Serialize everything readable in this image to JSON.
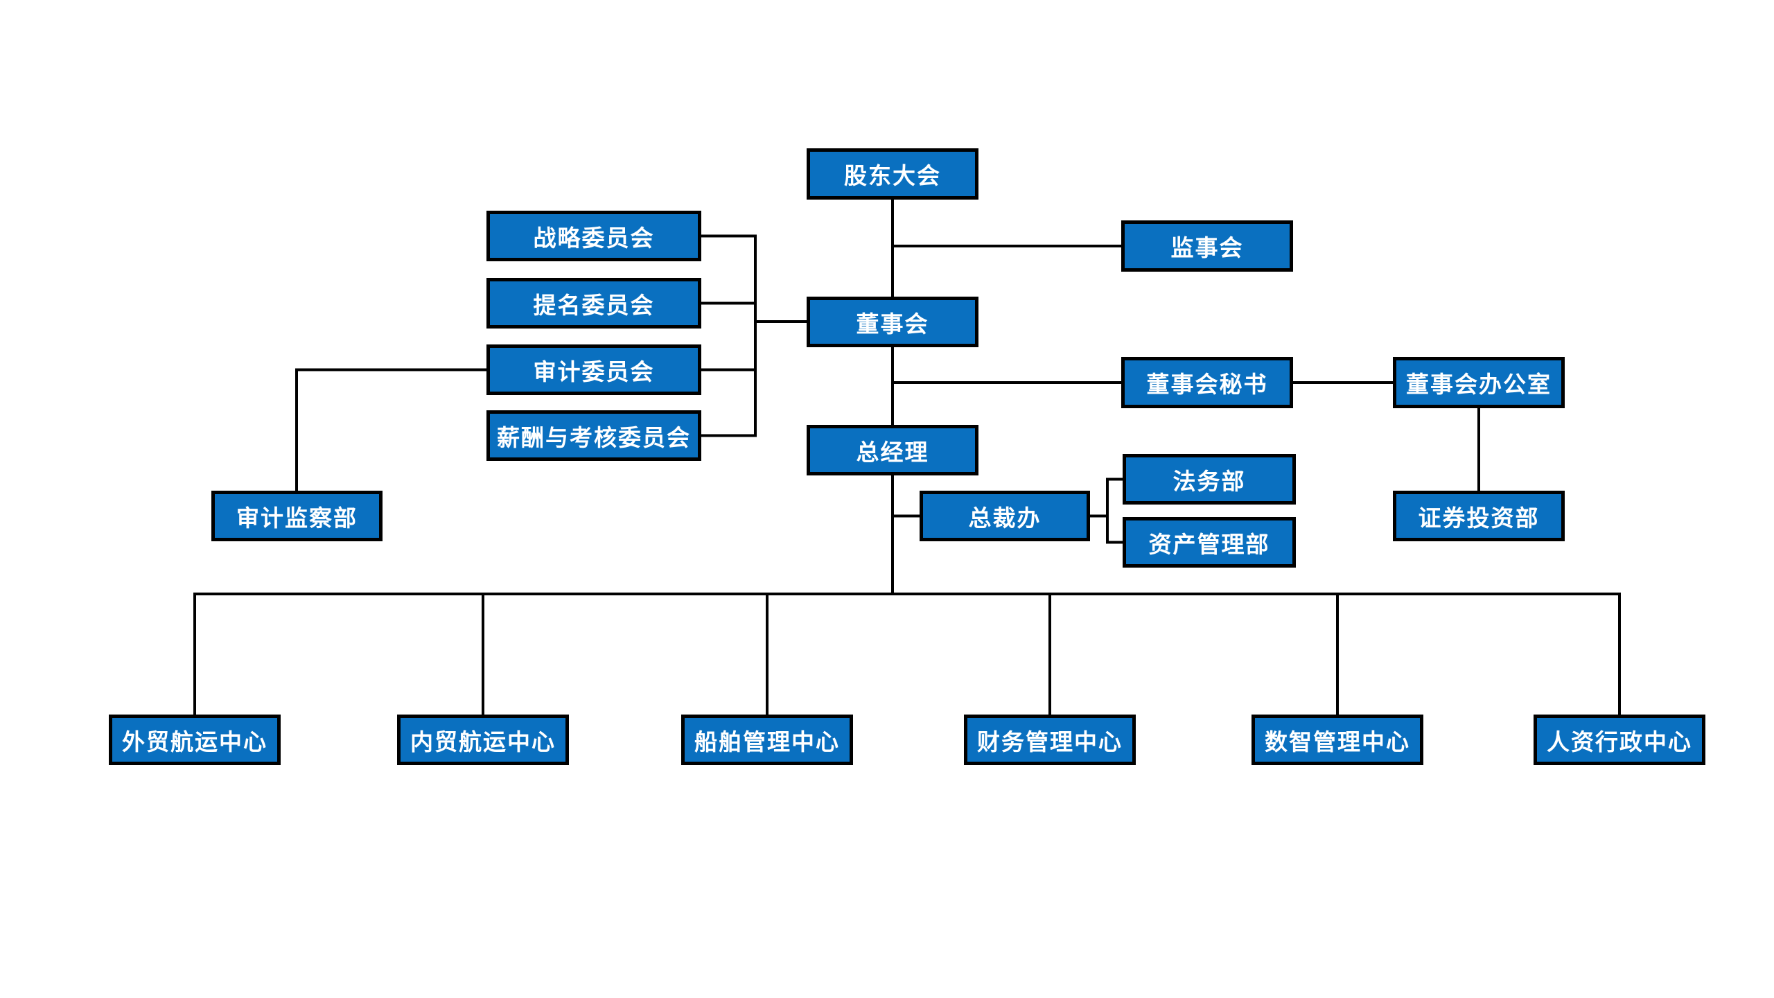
{
  "diagram": {
    "kind": "org-chart",
    "background_color": "#ffffff",
    "node_fill_color": "#0a70c0",
    "node_border_color": "#000000",
    "node_text_color": "#ffffff",
    "connector_color": "#000000"
  },
  "nodes": {
    "shareholders": {
      "label": "股东大会"
    },
    "supervisory": {
      "label": "监事会"
    },
    "board": {
      "label": "董事会"
    },
    "strategy": {
      "label": "战略委员会"
    },
    "nomination": {
      "label": "提名委员会"
    },
    "audit_committee": {
      "label": "审计委员会"
    },
    "remuneration": {
      "label": "薪酬与考核委员会"
    },
    "audit_supervision": {
      "label": "审计监察部"
    },
    "secretary": {
      "label": "董事会秘书"
    },
    "board_office": {
      "label": "董事会办公室"
    },
    "securities": {
      "label": "证券投资部"
    },
    "gm": {
      "label": "总经理"
    },
    "president_office": {
      "label": "总裁办"
    },
    "legal": {
      "label": "法务部"
    },
    "asset": {
      "label": "资产管理部"
    },
    "foreign_trade": {
      "label": "外贸航运中心"
    },
    "domestic_trade": {
      "label": "内贸航运中心"
    },
    "ship_mgmt": {
      "label": "船舶管理中心"
    },
    "finance_mgmt": {
      "label": "财务管理中心"
    },
    "digital_mgmt": {
      "label": "数智管理中心"
    },
    "hr_admin": {
      "label": "人资行政中心"
    }
  },
  "edges": [
    {
      "from": "股东大会",
      "to": "董事会"
    },
    {
      "from": "股东大会",
      "to": "监事会"
    },
    {
      "from": "董事会",
      "to": "战略委员会"
    },
    {
      "from": "董事会",
      "to": "提名委员会"
    },
    {
      "from": "董事会",
      "to": "审计委员会"
    },
    {
      "from": "董事会",
      "to": "薪酬与考核委员会"
    },
    {
      "from": "审计委员会",
      "to": "审计监察部"
    },
    {
      "from": "董事会",
      "to": "董事会秘书"
    },
    {
      "from": "董事会秘书",
      "to": "董事会办公室"
    },
    {
      "from": "董事会办公室",
      "to": "证券投资部"
    },
    {
      "from": "董事会",
      "to": "总经理"
    },
    {
      "from": "总经理",
      "to": "总裁办"
    },
    {
      "from": "总裁办",
      "to": "法务部"
    },
    {
      "from": "总裁办",
      "to": "资产管理部"
    },
    {
      "from": "总经理",
      "to": "外贸航运中心"
    },
    {
      "from": "总经理",
      "to": "内贸航运中心"
    },
    {
      "from": "总经理",
      "to": "船舶管理中心"
    },
    {
      "from": "总经理",
      "to": "财务管理中心"
    },
    {
      "from": "总经理",
      "to": "数智管理中心"
    },
    {
      "from": "总经理",
      "to": "人资行政中心"
    }
  ]
}
